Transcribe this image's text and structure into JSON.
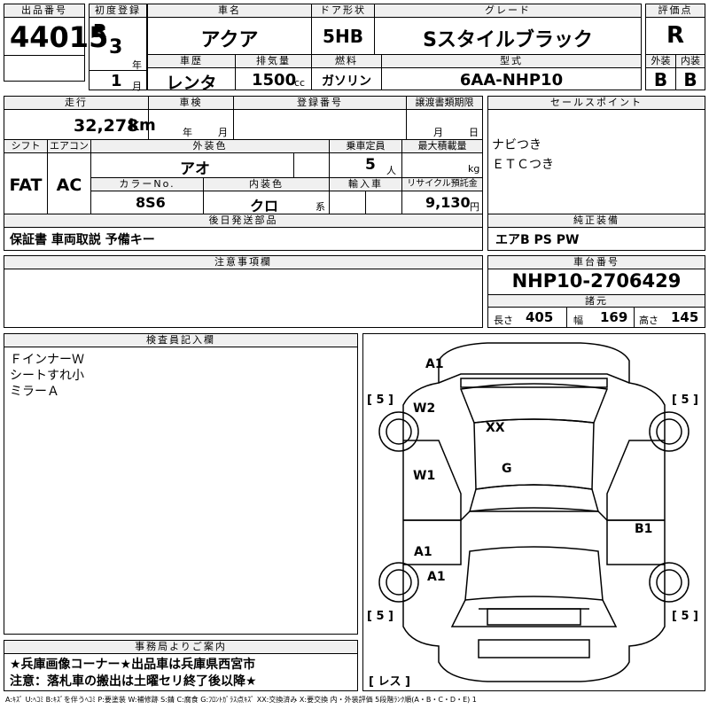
{
  "header": {
    "lot_label": "出品番号",
    "lot_no": "44015",
    "first_reg_label": "初度登録",
    "era": "R",
    "year_num": "3",
    "year_unit": "年",
    "month_num": "1",
    "month_unit": "月",
    "car_name_label": "車名",
    "car_name": "アクア",
    "door_label": "ドア形状",
    "door": "5HB",
    "grade_label": "グレード",
    "grade": "Sスタイルブラック",
    "score_label": "評価点",
    "score": "R",
    "history_label": "車歴",
    "history": "レンタ",
    "disp_label": "排気量",
    "disp": "1500",
    "disp_unit": "cc",
    "fuel_label": "燃料",
    "fuel": "ガソリン",
    "model_label": "型式",
    "model": "6AA-NHP10",
    "ext_label": "外装",
    "ext": "B",
    "int_label": "内装",
    "int": "B"
  },
  "row2": {
    "mileage_label": "走行",
    "mileage": "32,278",
    "mileage_unit": "km",
    "inspection_label": "車検",
    "insp_year": "年",
    "insp_month": "月",
    "regno_label": "登録番号",
    "transfer_label": "譲渡書類期限",
    "transfer_month": "月",
    "transfer_day": "日",
    "sales_label": "セールスポイント",
    "sales": [
      "ナビつき",
      "ＥＴＣつき"
    ],
    "shift_label": "シフト",
    "shift": "FAT",
    "ac_label": "エアコン",
    "ac": "AC",
    "color_label": "外装色",
    "color": "アオ",
    "capacity_label": "乗車定員",
    "capacity": "5",
    "capacity_unit": "人",
    "load_label": "最大積載量",
    "load_unit": "kg",
    "color_no_label": "カラーNo.",
    "color_no": "8S6",
    "int_color_label": "内装色",
    "int_color": "クロ",
    "int_color_unit": "系",
    "import_label": "輸入車",
    "recycle_label": "リサイクル預託金",
    "recycle": "9,130",
    "recycle_unit": "円",
    "later_parts_label": "後日発送部品",
    "later_parts": "保証書 車両取説 予備キー",
    "equip_label": "純正装備",
    "equip": "エアB PS PW"
  },
  "notes": {
    "caution_label": "注意事項欄"
  },
  "chassis": {
    "label": "車台番号",
    "number": "NHP10-2706429",
    "dims_label": "諸元",
    "len_label": "長さ",
    "len": "405",
    "wid_label": "幅",
    "wid": "169",
    "hei_label": "高さ",
    "hei": "145"
  },
  "inspector": {
    "label": "検査員記入欄",
    "lines": [
      "ＦインナーＷ",
      "シートすれ小",
      "ミラーＡ"
    ]
  },
  "diagram": {
    "marks": [
      "A1",
      "W2",
      "XX",
      "G",
      "W1",
      "A1",
      "A1",
      "B1"
    ],
    "tire_fl": "[ 5 ]",
    "tire_fr": "[ 5 ]",
    "tire_rl": "[ 5 ]",
    "tire_rr": "[ 5 ]",
    "spare": "[ レス ]"
  },
  "office": {
    "label": "事務局よりご案内",
    "lines": [
      "★兵庫画像コーナー★出品車は兵庫県西宮市",
      "注意：落札車の搬出は土曜セリ終了後以降★"
    ]
  },
  "legend": "A:ｷｽﾞ U:ﾍｺﾐ B:ｷｽﾞを伴うﾍｺﾐ P:要塗装 W:補修跡 S:錆 C:腐食 G:ﾌﾛﾝﾄｶﾞﾗｽ点ｷｽﾞ XX:交換済み X:要交換 内・外装評価 5段階ﾗﾝｸ順(A・B・C・D・E) 1"
}
